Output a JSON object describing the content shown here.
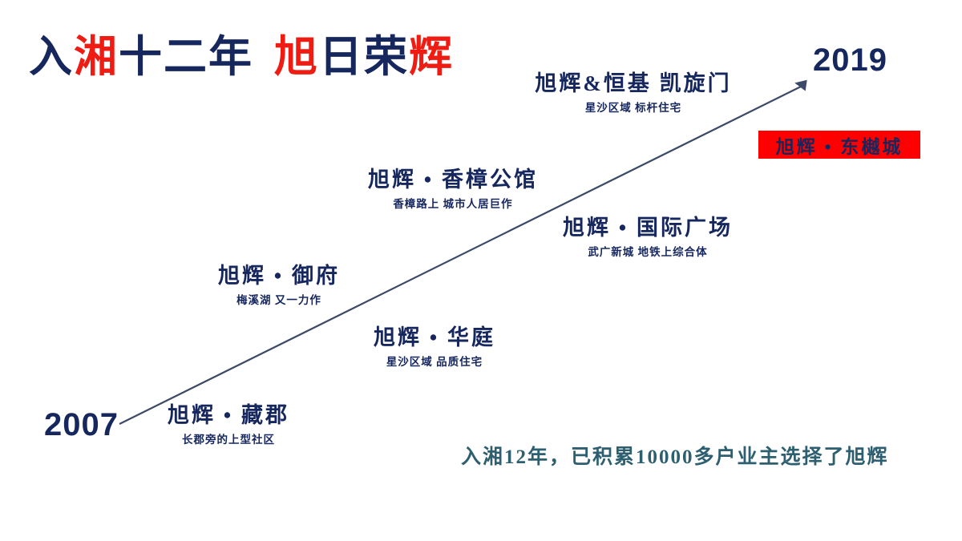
{
  "slide": {
    "background_color": "#ffffff",
    "navy": "#16275e",
    "red": "#ee1c12",
    "teal": "#2d5f70",
    "arrow_color": "#3a4a68",
    "highlight_bg": "#fe0000"
  },
  "headline": {
    "full_text": "入湘十二年 旭日荣辉",
    "characters": [
      {
        "char": "入",
        "color": "navy"
      },
      {
        "char": "湘",
        "color": "red"
      },
      {
        "char": "十",
        "color": "navy"
      },
      {
        "char": "二",
        "color": "navy"
      },
      {
        "char": "年",
        "color": "navy"
      },
      {
        "char": "旭",
        "color": "red"
      },
      {
        "char": "日",
        "color": "navy"
      },
      {
        "char": "荣",
        "color": "navy"
      },
      {
        "char": "辉",
        "color": "red"
      }
    ]
  },
  "timeline": {
    "start_year": "2007",
    "end_year": "2019",
    "milestones": [
      {
        "id": "cangjun",
        "title": "旭辉 • 藏郡",
        "subtitle": "长郡旁的上型社区"
      },
      {
        "id": "huating",
        "title": "旭辉 • 华庭",
        "subtitle": "星沙区域 品质住宅"
      },
      {
        "id": "yufu",
        "title": "旭辉 • 御府",
        "subtitle": "梅溪湖 又一力作"
      },
      {
        "id": "xiangzhang",
        "title": "旭辉 • 香樟公馆",
        "subtitle": "香樟路上 城市人居巨作"
      },
      {
        "id": "guoji",
        "title": "旭辉 • 国际广场",
        "subtitle": "武广新城 地铁上综合体"
      },
      {
        "id": "kaixuanmen",
        "title": "旭辉&恒基 凯旋门",
        "subtitle": "星沙区域 标杆住宅"
      }
    ]
  },
  "highlight": {
    "label": "旭辉 • 东樾城"
  },
  "footer": {
    "caption": "入湘12年，已积累10000多户业主选择了旭辉"
  }
}
